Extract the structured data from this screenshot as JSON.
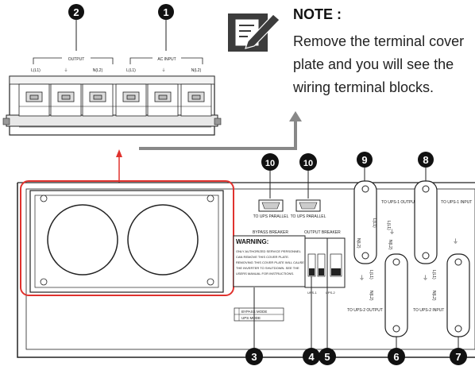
{
  "note": {
    "title": "NOTE :",
    "body": "Remove the terminal cover plate and you will see the wiring terminal blocks.",
    "icon": "note-pencil-icon"
  },
  "callouts": {
    "c1": "1",
    "c2": "2",
    "c3": "3",
    "c4": "4",
    "c5": "5",
    "c6": "6",
    "c7": "7",
    "c8": "8",
    "c9": "9",
    "c10a": "10",
    "c10b": "10"
  },
  "terminal_block": {
    "output_label": "OUTPUT",
    "ac_input_label": "AC INPUT",
    "labels": [
      "L(L1)",
      "⏚",
      "N(L2)",
      "L(L1)",
      "⏚",
      "N(L2)"
    ]
  },
  "rear_panel": {
    "parallel_port_1": "TO UPS PARALLEL",
    "parallel_port_2": "TO UPS PARALLEL",
    "bypass_breaker": "BYPASS BREAKER",
    "output_breaker": "OUTPUT BREAKER",
    "warning_title": "WARNING:",
    "warning_lines": [
      "ONLY AUTHORIZED SERVICE PERSONNEL",
      "CAN REMOVE THIS COVER PLATE.",
      "REMOVING THIS COVER PLATE WILL CAUSE",
      "THE INVERTER TO SHUTDOWN. SEE THE",
      "USERS MANUAL FOR INSTRUCTIONS."
    ],
    "bypass_mode": "BYPASS MODE",
    "ups_mode": "UPS MODE",
    "ups1_breaker": "UPS-1",
    "ups2_breaker": "UPS-2",
    "to_ups1_output": "TO UPS-1 OUTPUT",
    "to_ups1_input": "TO UPS-1 INPUT",
    "to_ups2_output": "TO UPS-2 OUTPUT",
    "to_ups2_input": "TO UPS-2 INPUT",
    "l_label": "L(L1)",
    "n_label": "N(L2)"
  },
  "colors": {
    "highlight": "#e0322e",
    "arrow": "#888888",
    "line": "#222222",
    "callout_bg": "#111111"
  }
}
